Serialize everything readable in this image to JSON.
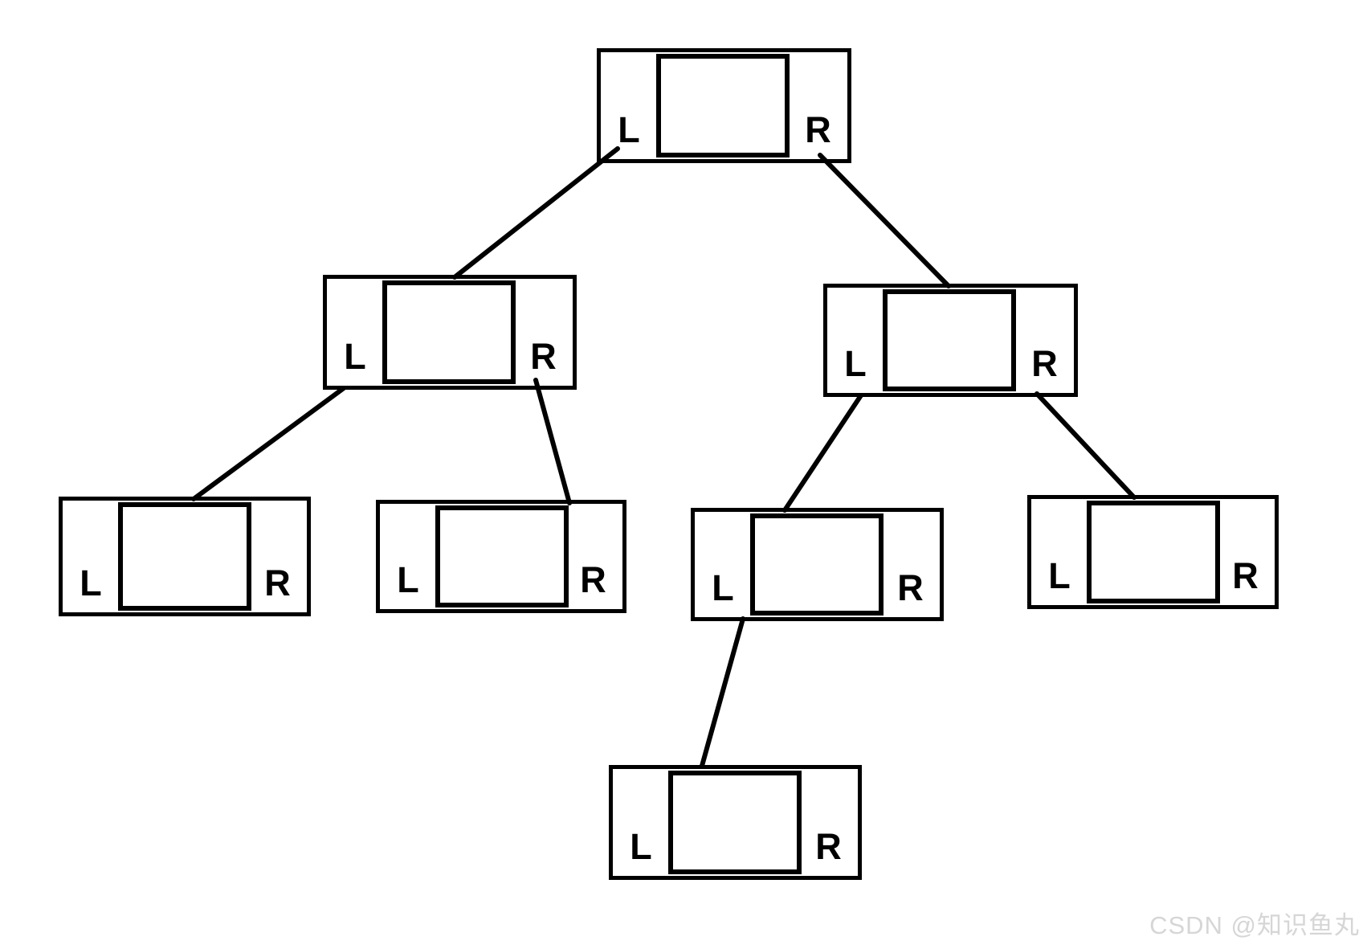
{
  "diagram": {
    "type": "binary-tree-linked-nodes",
    "colors": {
      "stroke": "#000000",
      "background": "#ffffff",
      "watermark": "#d6d6d6"
    },
    "nodes": [
      {
        "id": "root",
        "level": 1,
        "left_label": "L",
        "right_label": "R"
      },
      {
        "id": "level2-left",
        "level": 2,
        "left_label": "L",
        "right_label": "R"
      },
      {
        "id": "level2-right",
        "level": 2,
        "left_label": "L",
        "right_label": "R"
      },
      {
        "id": "level3-1",
        "level": 3,
        "left_label": "L",
        "right_label": "R"
      },
      {
        "id": "level3-2",
        "level": 3,
        "left_label": "L",
        "right_label": "R"
      },
      {
        "id": "level3-3",
        "level": 3,
        "left_label": "L",
        "right_label": "R"
      },
      {
        "id": "level3-4",
        "level": 3,
        "left_label": "L",
        "right_label": "R"
      },
      {
        "id": "level4-1",
        "level": 4,
        "left_label": "L",
        "right_label": "R"
      }
    ],
    "edges": [
      {
        "from": "root.L",
        "to": "level2-left"
      },
      {
        "from": "root.R",
        "to": "level2-right"
      },
      {
        "from": "level2-left.L",
        "to": "level3-1"
      },
      {
        "from": "level2-left.R",
        "to": "level3-2"
      },
      {
        "from": "level2-right.L",
        "to": "level3-3"
      },
      {
        "from": "level2-right.R",
        "to": "level3-4"
      },
      {
        "from": "level3-3.L",
        "to": "level4-1"
      }
    ]
  },
  "watermark": {
    "text": "CSDN @知识鱼丸"
  }
}
